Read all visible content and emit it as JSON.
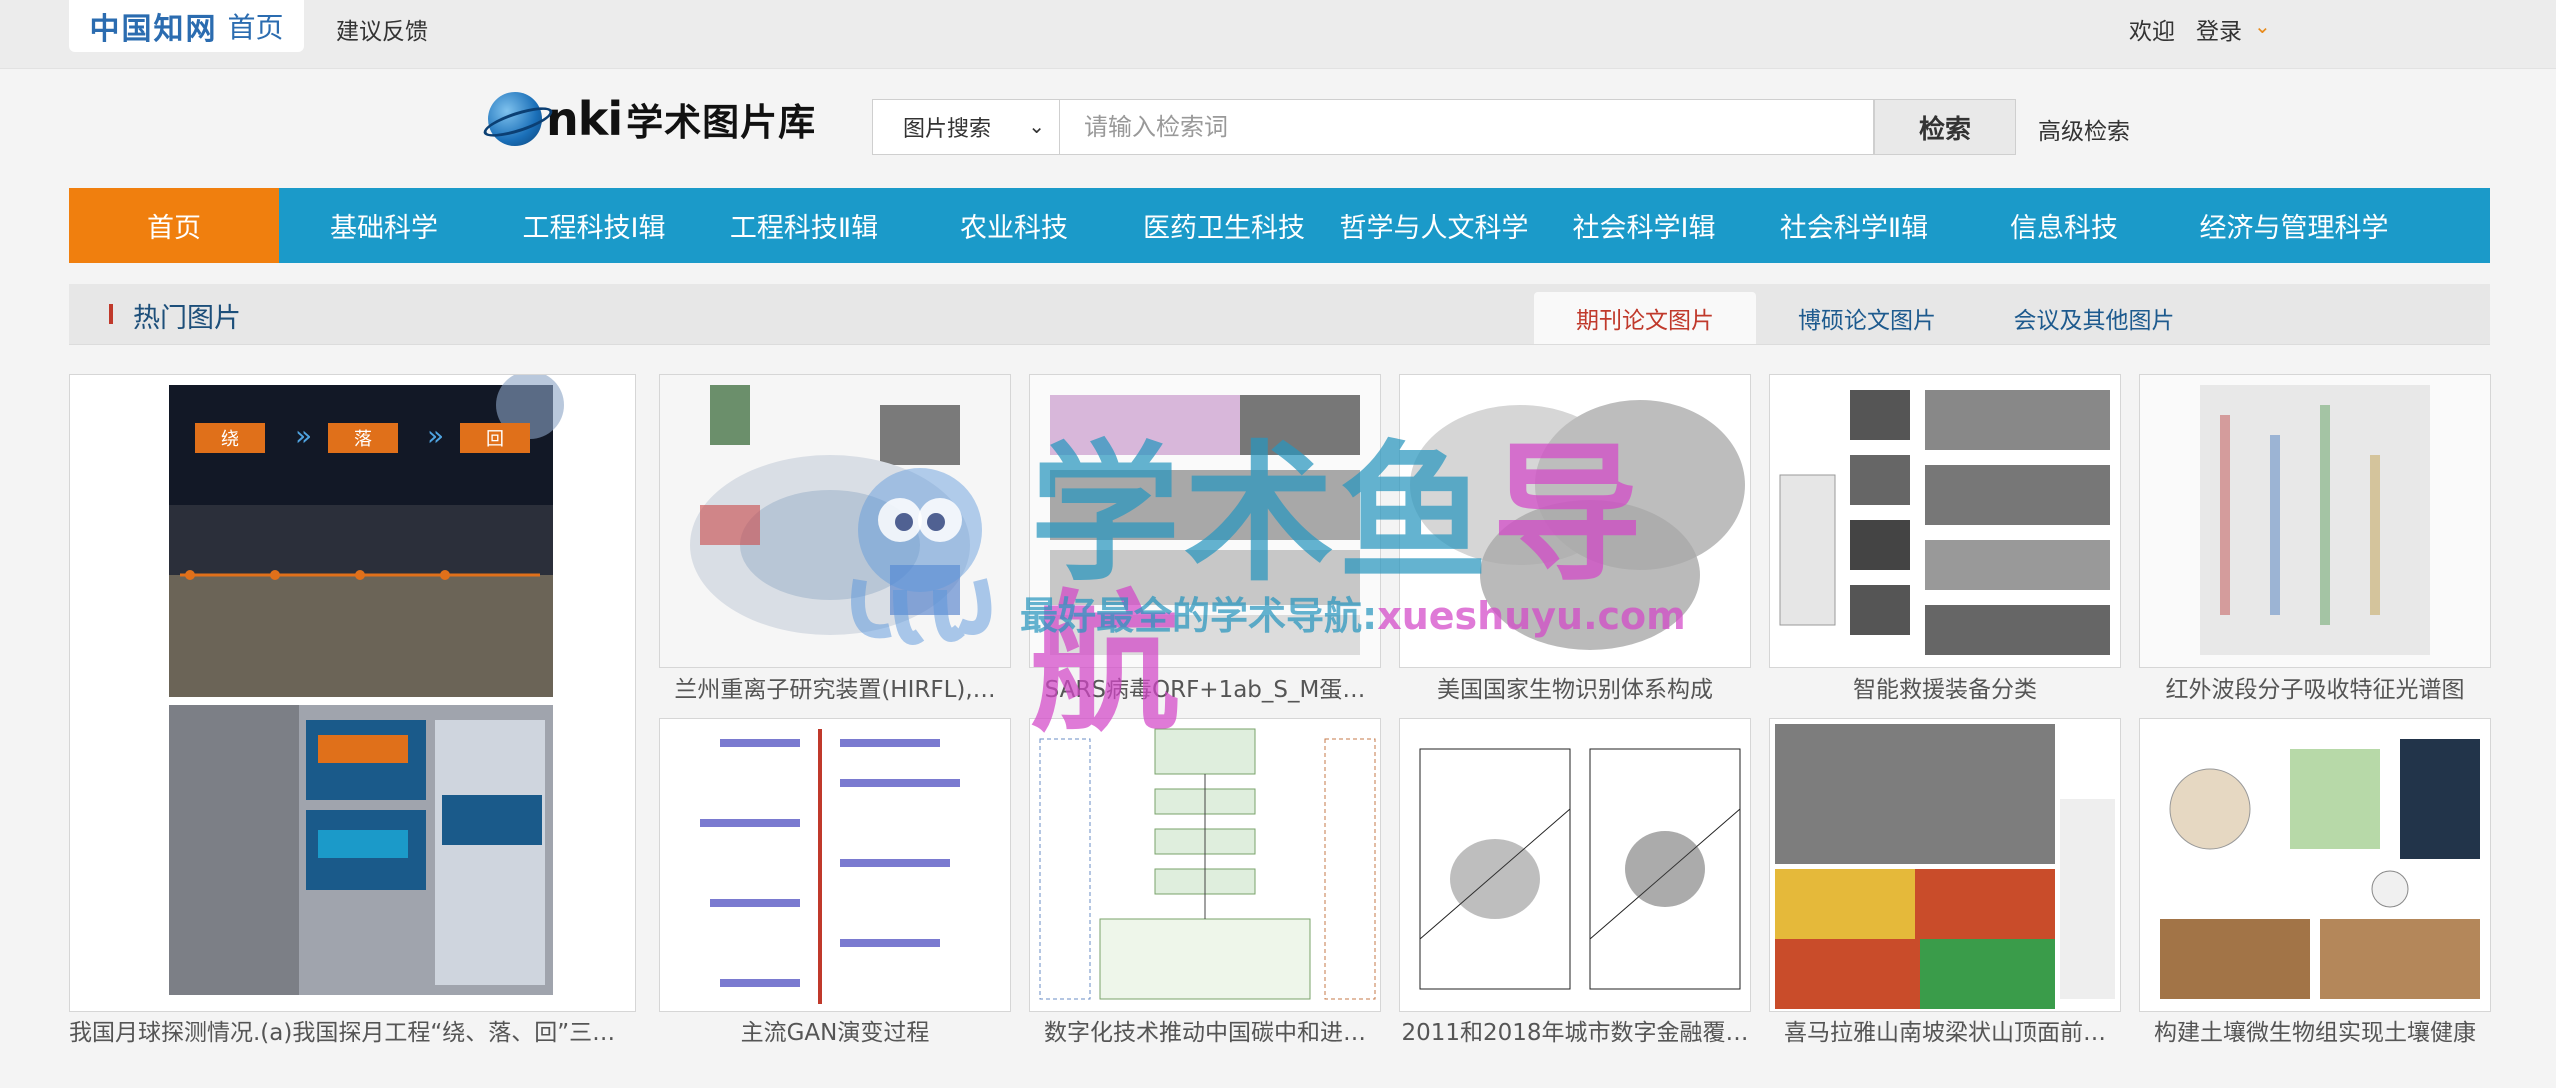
{
  "top": {
    "logo_text_1": "中国知网",
    "logo_text_2": "首页",
    "feedback": "建议反馈",
    "welcome": "欢迎",
    "login": "登录"
  },
  "brand": {
    "logo_letters": "nki",
    "title": "学术图片库"
  },
  "search": {
    "select_value": "图片搜索",
    "placeholder": "请输入检索词",
    "button": "检索",
    "advanced": "高级检索"
  },
  "nav": {
    "items": [
      {
        "label": "首页"
      },
      {
        "label": "基础科学"
      },
      {
        "label": "工程科技Ⅰ辑"
      },
      {
        "label": "工程科技Ⅱ辑"
      },
      {
        "label": "农业科技"
      },
      {
        "label": "医药卫生科技"
      },
      {
        "label": "哲学与人文科学"
      },
      {
        "label": "社会科学Ⅰ辑"
      },
      {
        "label": "社会科学Ⅱ辑"
      },
      {
        "label": "信息科技"
      },
      {
        "label": "经济与管理科学"
      }
    ]
  },
  "section": {
    "title": "热门图片",
    "tabs": [
      {
        "label": "期刊论文图片"
      },
      {
        "label": "博硕论文图片"
      },
      {
        "label": "会议及其他图片"
      }
    ]
  },
  "images": [
    {
      "caption": "我国月球探测情况.(a)我国探月工程“绕、落、回”三…"
    },
    {
      "caption": "兰州重离子研究装置(HIRFL),…"
    },
    {
      "caption": "SARS病毒ORF+1ab_S_M蛋…"
    },
    {
      "caption": "美国国家生物识别体系构成"
    },
    {
      "caption": "智能救援装备分类"
    },
    {
      "caption": "红外波段分子吸收特征光谱图"
    },
    {
      "caption": "主流GAN演变过程"
    },
    {
      "caption": "数字化技术推动中国碳中和进…"
    },
    {
      "caption": "2011和2018年城市数字金融覆…"
    },
    {
      "caption": "喜马拉雅山南坡梁状山顶面前…"
    },
    {
      "caption": "构建土壤微生物组实现土壤健康"
    }
  ],
  "moon_labels": {
    "rao": "绕",
    "luo": "落",
    "hui": "回"
  },
  "watermark": {
    "title_a": "学术鱼",
    "title_b": "导航",
    "sub_a": "最好最全的学术导航:",
    "sub_b": "xueshuyu.com"
  },
  "colors": {
    "nav_bg": "#1b9ac9",
    "nav_active": "#f07f0e",
    "tab_active_text": "#c0392b",
    "link_blue": "#1d5a8e"
  }
}
